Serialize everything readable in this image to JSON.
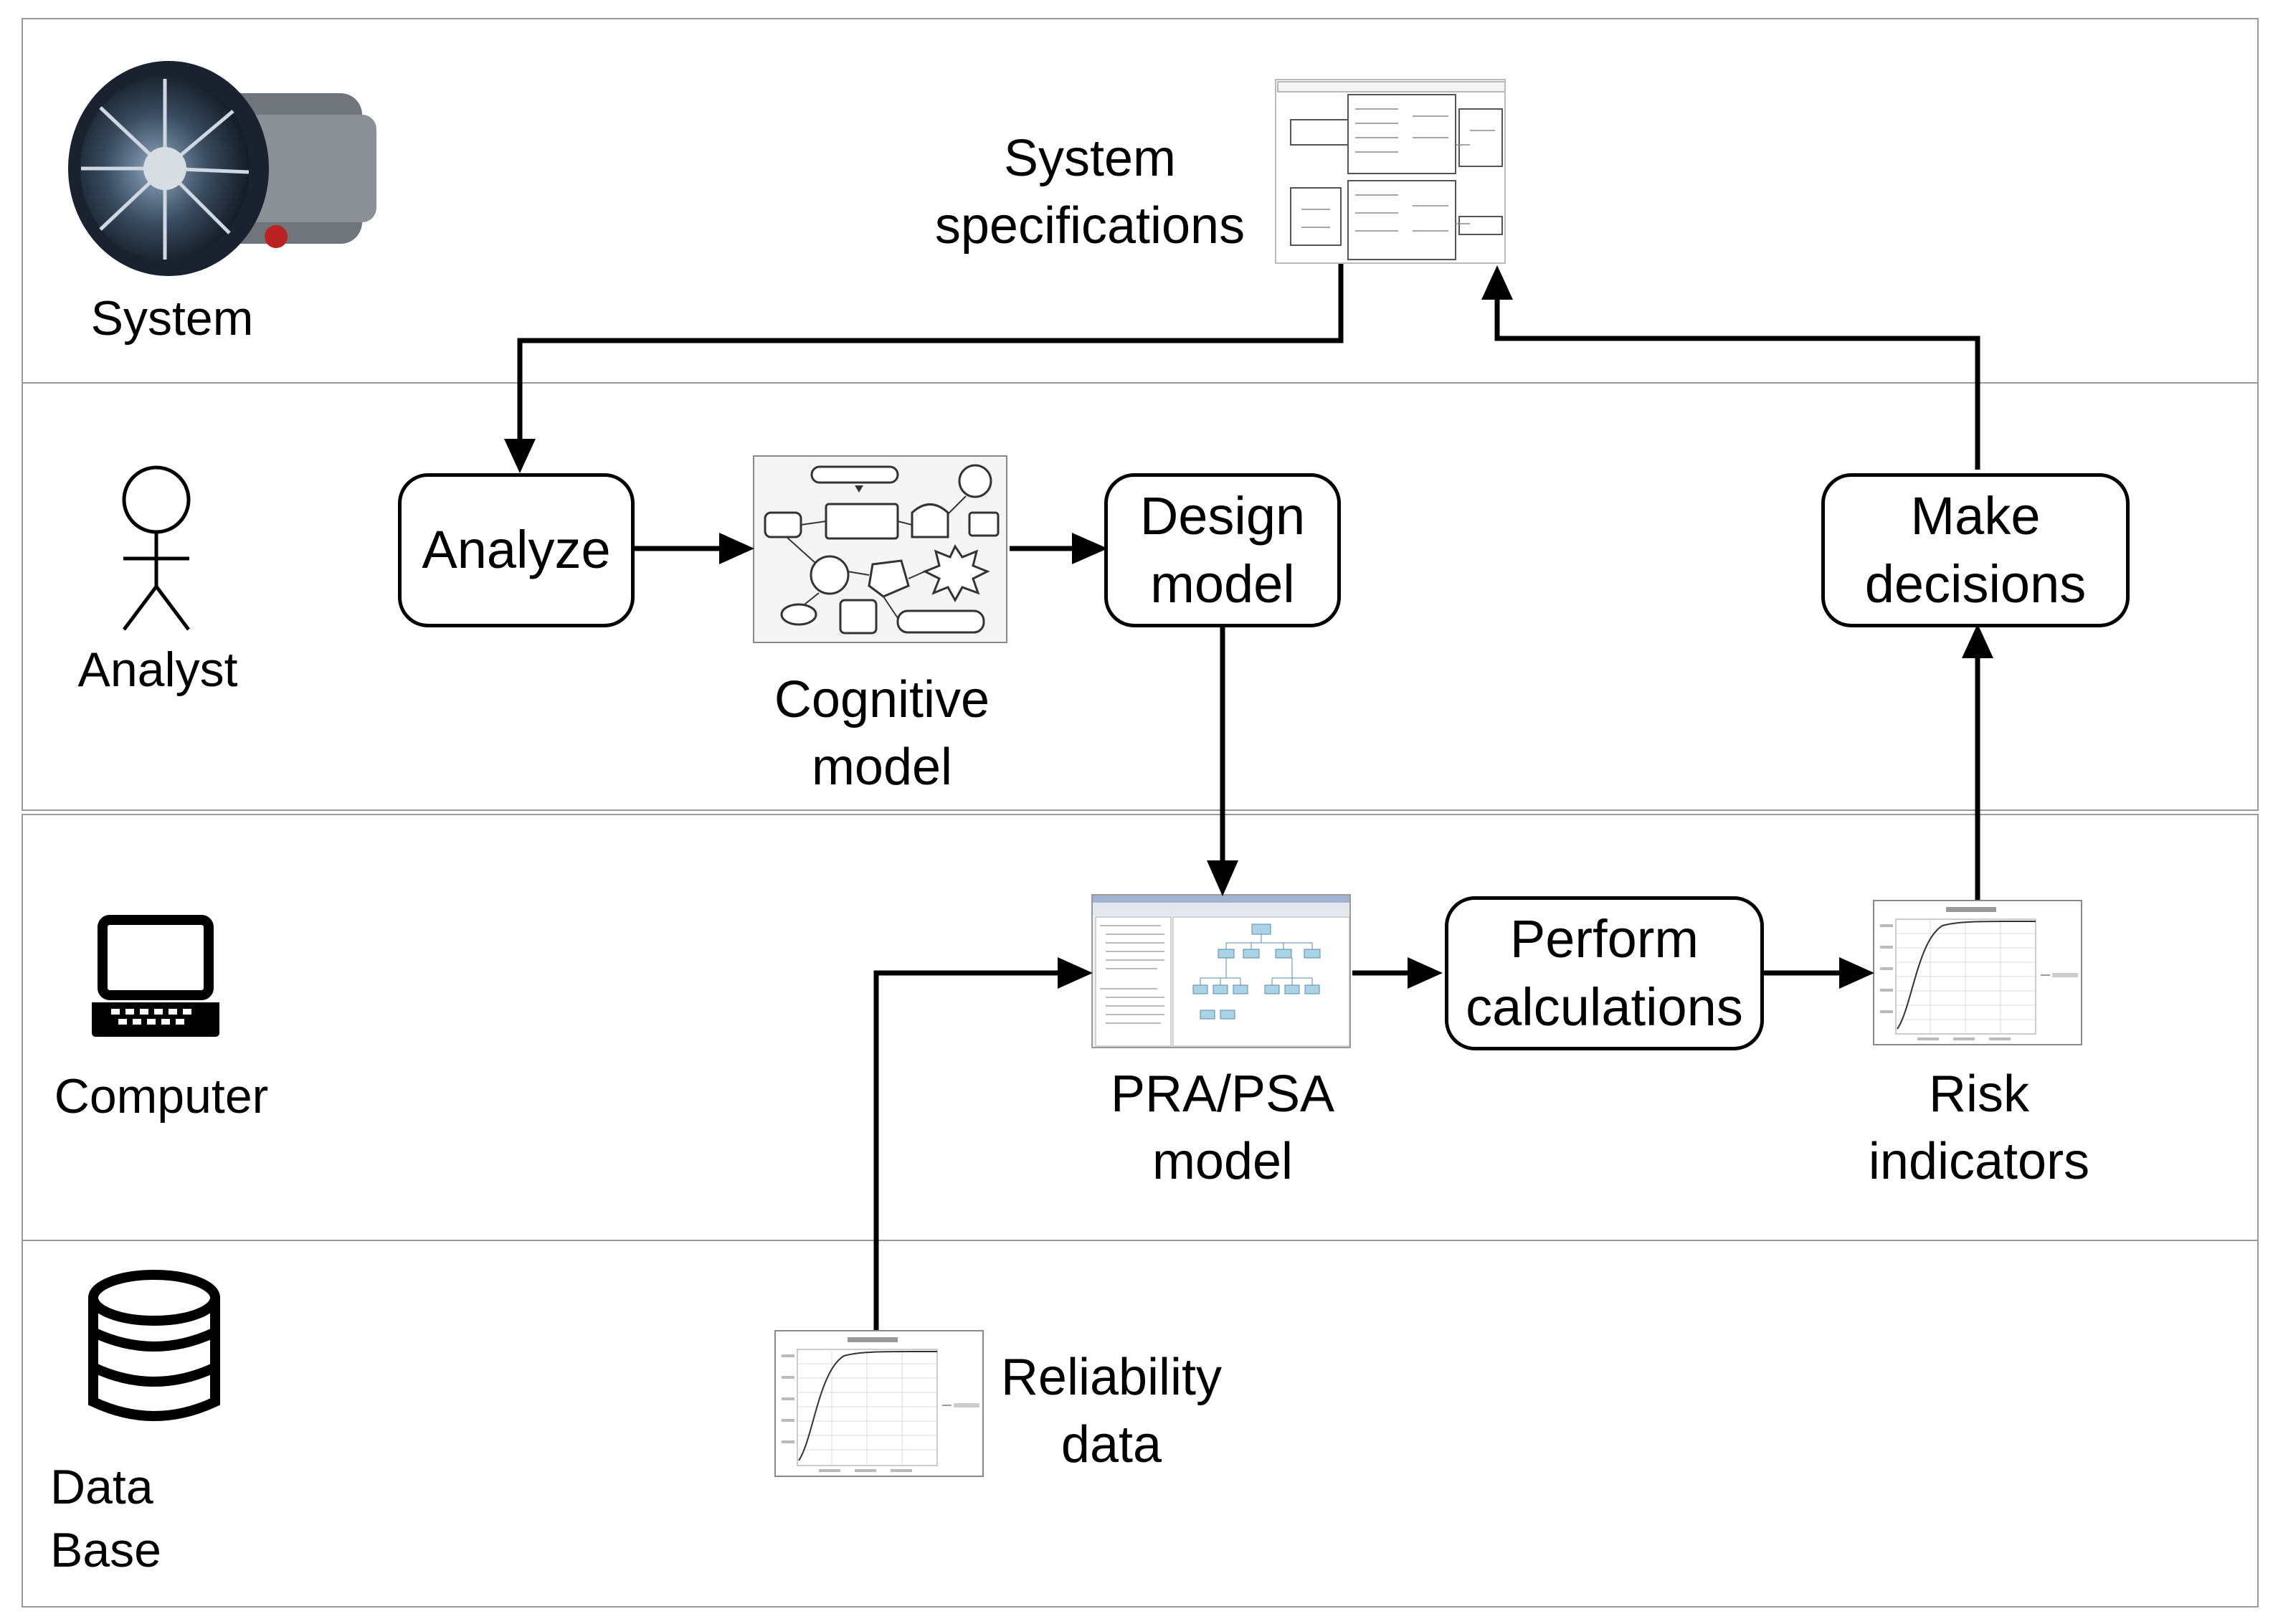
{
  "lanes": [
    {
      "label": "System",
      "icon": "jet-engine-icon"
    },
    {
      "label": "Analyst",
      "icon": "stick-figure-icon"
    },
    {
      "label": "Computer",
      "icon": "laptop-icon"
    },
    {
      "label": "Data\nBase",
      "icon": "database-icon"
    }
  ],
  "nodes": {
    "analyze": "Analyze",
    "design_model": "Design\nmodel",
    "perform_calculations": "Perform\ncalculations",
    "make_decisions": "Make\ndecisions"
  },
  "captions": {
    "system_specifications": "System\nspecifications",
    "cognitive_model": "Cognitive\nmodel",
    "pra_psa_model": "PRA/PSA\nmodel",
    "risk_indicators": "Risk\nindicators",
    "reliability_data": "Reliability\ndata"
  },
  "colors": {
    "lines": "#000000",
    "lane_border": "#9a9a9a"
  }
}
